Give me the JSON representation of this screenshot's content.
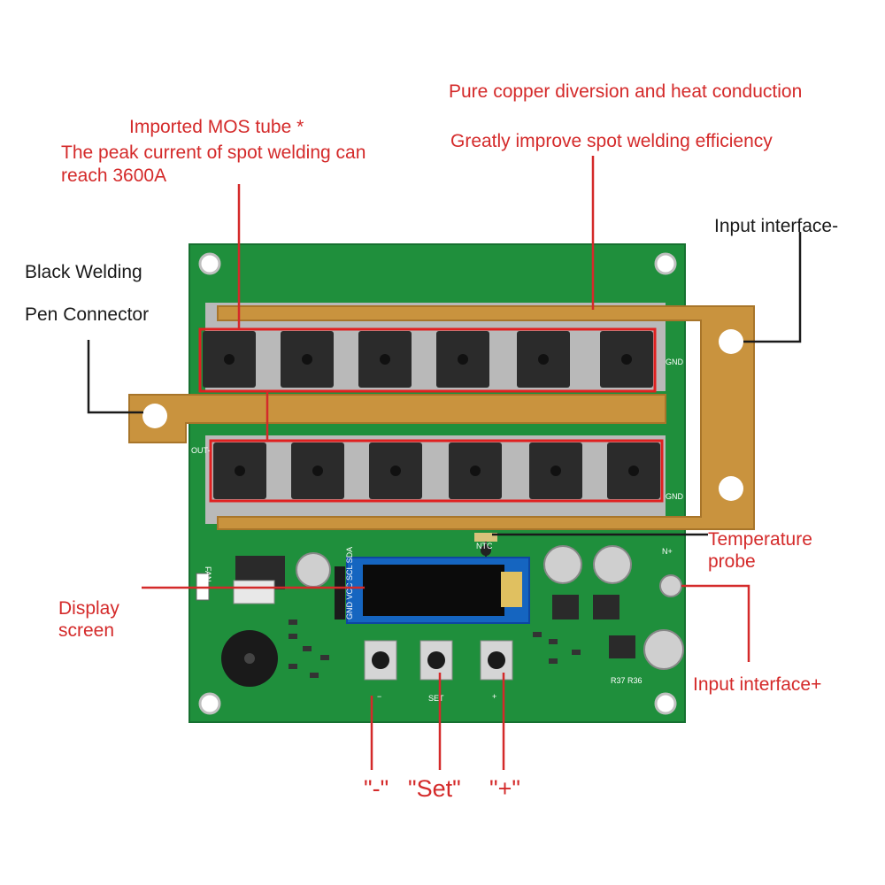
{
  "annotations": {
    "mos_line1": "Imported MOS tube *",
    "mos_line2": "The peak current of spot welding can",
    "mos_line3": "reach 3600A",
    "copper_line1": "Pure copper diversion and heat conduction",
    "copper_line2": "Greatly improve spot welding efficiency",
    "input_minus": "Input interface-",
    "pen_line1": "Black Welding",
    "pen_line2": "Pen Connector",
    "temp_line1": "Temperature",
    "temp_line2": "probe",
    "display_line1": "Display",
    "display_line2": "screen",
    "input_plus": "Input interface+",
    "btn_minus": "\"-\"",
    "btn_set": "\"Set\"",
    "btn_plus": "\"+\""
  },
  "silkscreen": {
    "gnd": "GND",
    "out": "OUT-",
    "fan": "FAN",
    "ntc": "NTC",
    "n_plus": "N+",
    "oled_pins": "GND VCC SCL SDA",
    "btn_minus": "−",
    "btn_set": "SET",
    "btn_plus": "+",
    "r37_r36": "R37 R36"
  },
  "colors": {
    "annotation_red": "#d42a2a",
    "annotation_black": "#1a1a1a",
    "pcb_green": "#1f8f3c",
    "copper": "#c9933e",
    "highlight_box": "#e02020"
  }
}
